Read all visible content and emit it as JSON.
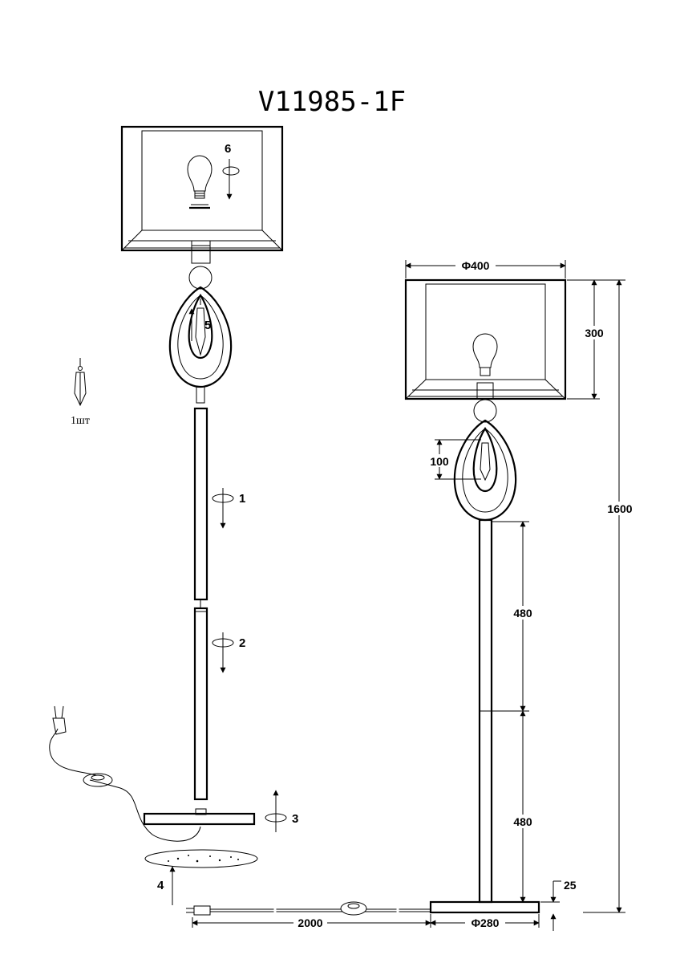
{
  "model": "V11985-1F",
  "steps": [
    "1",
    "2",
    "3",
    "4",
    "5",
    "6"
  ],
  "crystal_qty": "1шт",
  "dimensions": {
    "shade_diameter": "Φ400",
    "shade_height": "300",
    "total_height": "1600",
    "crystal_length": "100",
    "pole_upper": "480",
    "pole_lower": "480",
    "base_height": "25",
    "base_diameter": "Φ280",
    "cable_length": "2000"
  }
}
